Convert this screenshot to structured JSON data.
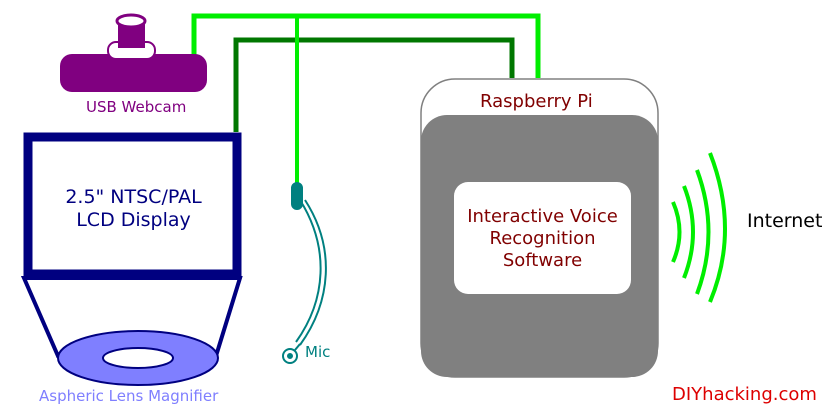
{
  "labels": {
    "webcam": "USB Webcam",
    "lcd_line1": "2.5\" NTSC/PAL",
    "lcd_line2": "LCD Display",
    "lens": "Aspheric Lens Magnifier",
    "mic": "Mic",
    "pi": "Raspberry Pi",
    "software_line1": "Interactive Voice",
    "software_line2": "Recognition",
    "software_line3": "Software",
    "internet": "Internet",
    "credit": "DIYhacking.com"
  },
  "colors": {
    "webcam": "#800080",
    "lcd_frame": "#000080",
    "lens": "#7f7fff",
    "mic": "#008080",
    "wire_light": "#00ee00",
    "wire_dark": "#007700",
    "pi_body": "#808080",
    "pi_text": "#800000",
    "signal": "#00ee00",
    "credit": "#dd0000"
  },
  "icons": {
    "signal": "wifi-waves-icon",
    "mic": "microphone-icon",
    "webcam": "webcam-icon"
  }
}
